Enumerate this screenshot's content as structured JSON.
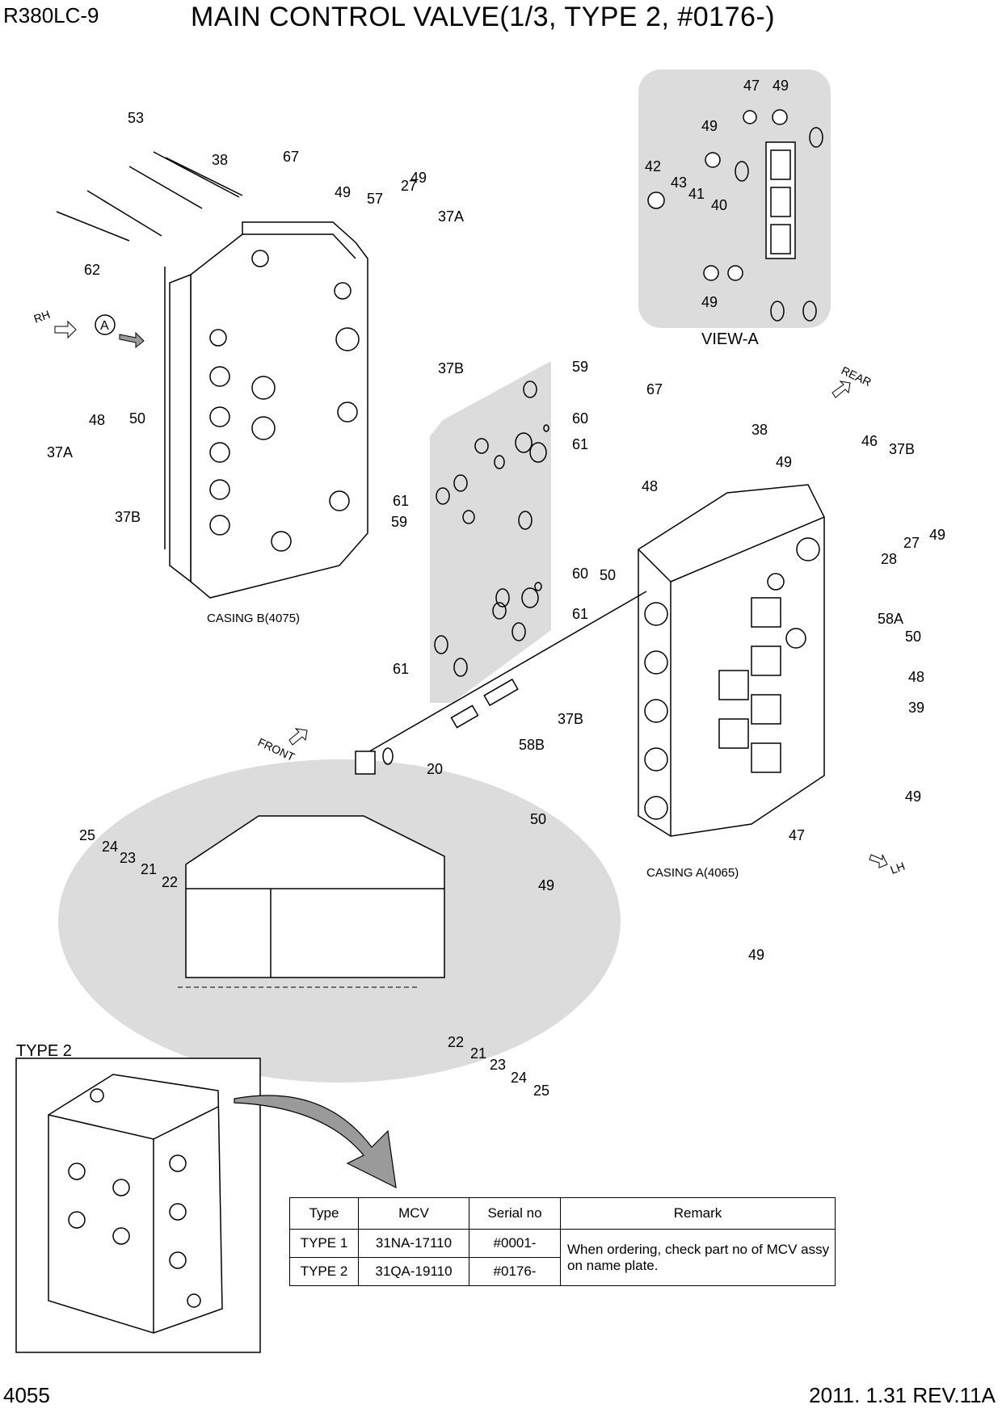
{
  "header": {
    "model": "R380LC-9",
    "title": "MAIN CONTROL VALVE(1/3, TYPE 2, #0176-)"
  },
  "footer": {
    "page_number": "4055",
    "revision": "2011. 1.31  REV.11A"
  },
  "views": {
    "view_a": "VIEW-A",
    "casing_b": "CASING B(4075)",
    "casing_a": "CASING A(4065)",
    "type2_label": "TYPE 2",
    "marker_a": "A"
  },
  "directions": {
    "rh": "RH",
    "lh": "LH",
    "front": "FRONT",
    "rear": "REAR"
  },
  "part_callouts": [
    "53",
    "38",
    "67",
    "49",
    "57",
    "27",
    "49",
    "37A",
    "62",
    "48",
    "50",
    "37A",
    "37B",
    "37B",
    "59",
    "60",
    "61",
    "61",
    "59",
    "60",
    "61",
    "61",
    "67",
    "38",
    "49",
    "48",
    "46",
    "37B",
    "27",
    "49",
    "28",
    "58A",
    "50",
    "48",
    "39",
    "50",
    "37B",
    "58B",
    "20",
    "50",
    "49",
    "47",
    "49",
    "49",
    "25",
    "24",
    "23",
    "21",
    "22",
    "22",
    "21",
    "23",
    "24",
    "25",
    "47",
    "49",
    "49",
    "42",
    "43",
    "41",
    "40",
    "49"
  ],
  "type_table": {
    "headers": [
      "Type",
      "MCV",
      "Serial no",
      "Remark"
    ],
    "rows": [
      {
        "type": "TYPE 1",
        "mcv": "31NA-17110",
        "serial": "#0001-"
      },
      {
        "type": "TYPE 2",
        "mcv": "31QA-19110",
        "serial": "#0176-"
      }
    ],
    "remark": "When ordering, check part no of MCV assy on name plate."
  },
  "colors": {
    "shaded_region": "#dcdcdc",
    "line": "#000000",
    "arrow_fill": "#9a9a9a"
  }
}
